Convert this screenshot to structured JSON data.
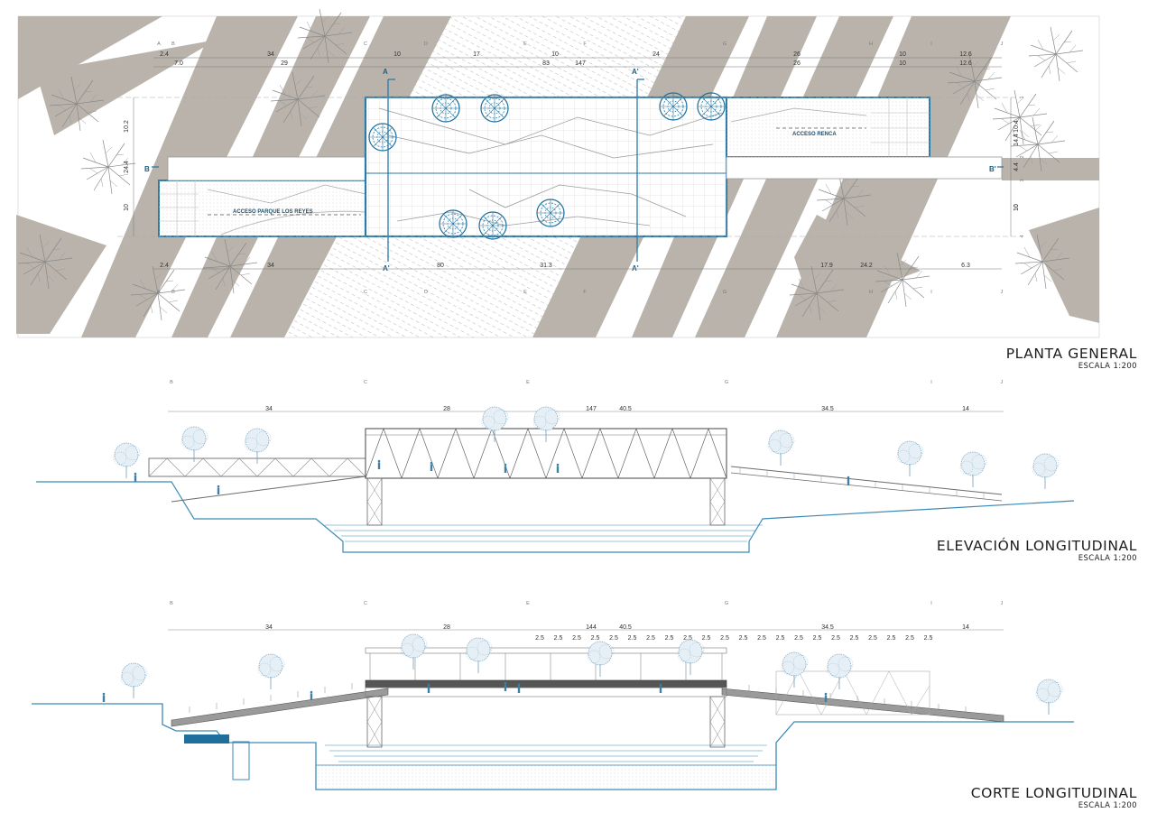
{
  "sheets": {
    "plan": {
      "title": "PLANTA GENERAL",
      "scale": "ESCALA 1:200",
      "labels": {
        "access_left": "ACCESO PARQUE LOS REYES",
        "access_right": "ACCESO RENCA",
        "section_a": "A",
        "section_a_prime": "A'",
        "section_b": "B",
        "section_b_prime": "B'"
      },
      "dims_top_row1": [
        "2.4",
        "34",
        "10",
        "17",
        "10",
        "24",
        "26",
        "10",
        "12.6"
      ],
      "dims_top_row2": [
        "7.0",
        "29",
        "83",
        "147",
        "26",
        "10",
        "12.6"
      ],
      "dims_bottom": [
        "2.4",
        "34",
        "80",
        "31.3",
        "17.9",
        "24.2",
        "6.3"
      ],
      "dims_left": [
        "10.2",
        "24.4",
        "10"
      ],
      "dims_right": [
        "10.4",
        "14.4",
        "4.4",
        "10",
        "10"
      ],
      "axes_letters": [
        "A",
        "B",
        "C",
        "D",
        "E",
        "F",
        "G",
        "H",
        "I",
        "J"
      ],
      "axes_numbers": [
        "1",
        "2",
        "3",
        "4"
      ]
    },
    "elevation": {
      "title": "ELEVACIÓN LONGITUDINAL",
      "scale": "ESCALA 1:200",
      "axes": [
        "B",
        "C",
        "E",
        "G",
        "I",
        "J"
      ],
      "dims": [
        "34",
        "28",
        "147",
        "40.5",
        "34.5",
        "14"
      ]
    },
    "section": {
      "title": "CORTE LONGITUDINAL",
      "scale": "ESCALA 1:200",
      "axes": [
        "B",
        "C",
        "E",
        "G",
        "I",
        "J"
      ],
      "dims": [
        "34",
        "28",
        "144",
        "40.5",
        "34.5",
        "14"
      ],
      "bay_dim": "2.5"
    }
  },
  "colors": {
    "accent_blue": "#2a7aa6",
    "line_blue": "#3b8ab5",
    "ground_gray": "#b9b3ab",
    "tree_blue": "#6f9fba"
  }
}
